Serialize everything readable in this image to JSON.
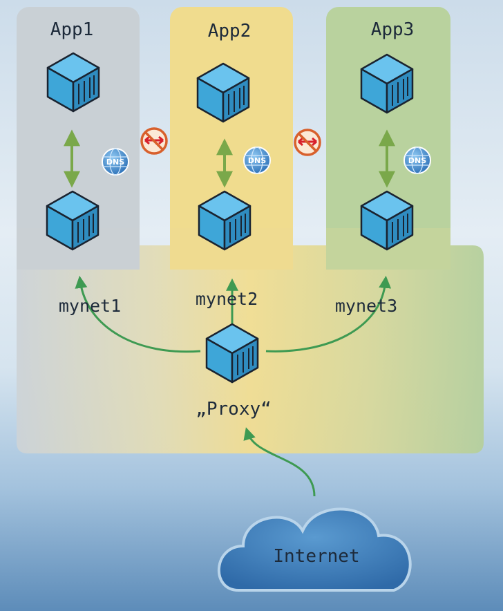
{
  "apps": [
    {
      "label": "App1"
    },
    {
      "label": "App2"
    },
    {
      "label": "App3"
    }
  ],
  "networks": [
    {
      "label": "mynet1"
    },
    {
      "label": "mynet2"
    },
    {
      "label": "mynet3"
    }
  ],
  "proxy": {
    "label": "„Proxy“"
  },
  "internet": {
    "label": "Internet"
  },
  "dns_badge": {
    "label": "DNS"
  },
  "icons": {
    "container": "container-cube-icon",
    "dns": "dns-globe-icon",
    "blocked": "blocked-connection-icon",
    "cloud": "cloud-icon"
  },
  "colors": {
    "panel_app1": "#c9d0d5",
    "panel_app2": "#f0dc8e",
    "panel_app3": "#b9d29e",
    "arrow": "#3e9a52",
    "bidir_arrow": "#7aa84a",
    "container_front": "#3ea6d8",
    "blocked": "#d8602c",
    "cloud": "#3f83c0"
  }
}
